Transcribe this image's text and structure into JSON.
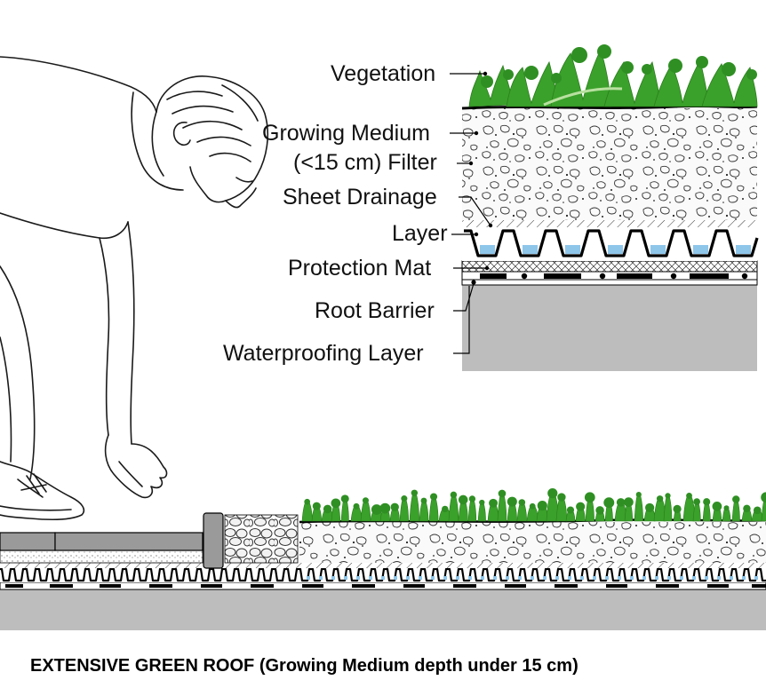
{
  "diagram": {
    "labels": {
      "vegetation": "Vegetation",
      "growing_medium_line1": "Growing Medium",
      "growing_medium_line2": "(<15 cm) Filter",
      "sheet_drainage": "Sheet Drainage",
      "layer": "Layer",
      "protection_mat": "Protection Mat",
      "root_barrier": "Root Barrier",
      "waterproofing_layer": "Waterproofing Layer"
    },
    "caption": "EXTENSIVE GREEN ROOF (Growing Medium depth under 15 cm)"
  },
  "colors": {
    "vegetation": "#3aa12a",
    "vegetation_dark": "#2b7d1e",
    "gravel_fill": "#f4f4f4",
    "water": "#8ec6ea",
    "deck": "#bdbdbd",
    "paver": "#9a9a9a",
    "ink": "#111111"
  }
}
